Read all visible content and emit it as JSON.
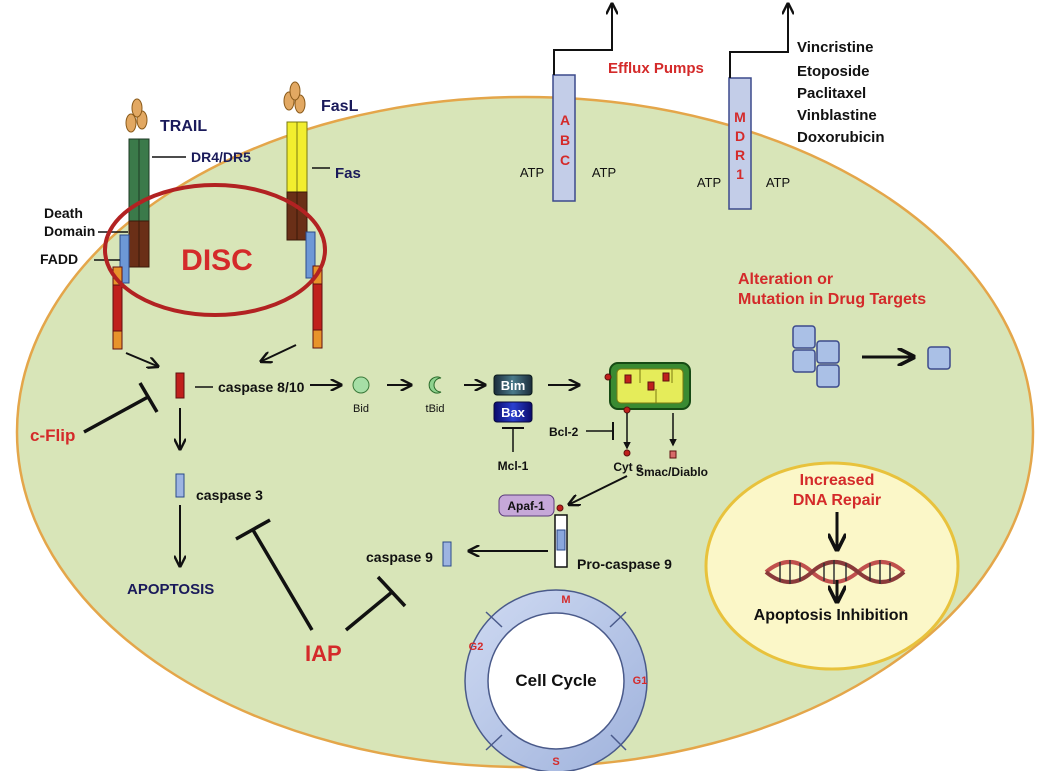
{
  "labels": {
    "trail": "TRAIL",
    "fasl": "FasL",
    "dr4dr5": "DR4/DR5",
    "fas": "Fas",
    "death_domain_1": "Death",
    "death_domain_2": "Domain",
    "fadd": "FADD",
    "disc": "DISC",
    "efflux_pumps": "Efflux Pumps",
    "abc": "ABC",
    "mdr1": "MDR1",
    "atp": "ATP",
    "drugs": [
      "Vincristine",
      "Etoposide",
      "Paclitaxel",
      "Vinblastine",
      "Doxorubicin"
    ],
    "alteration_1": "Alteration or",
    "alteration_2": "Mutation in Drug Targets",
    "caspase_8_10": "caspase 8/10",
    "c_flip": "c-Flip",
    "bid": "Bid",
    "tbid": "tBid",
    "bim": "Bim",
    "bax": "Bax",
    "mcl1": "Mcl-1",
    "bcl2": "Bcl-2",
    "cytc": "Cyt c",
    "smac": "Smac/Diablo",
    "apaf1": "Apaf-1",
    "procaspase9": "Pro-caspase 9",
    "caspase9": "caspase 9",
    "caspase3": "caspase 3",
    "apoptosis": "APOPTOSIS",
    "iap": "IAP",
    "cell_cycle": "Cell Cycle",
    "phase_m": "M",
    "phase_g1": "G1",
    "phase_s": "S",
    "phase_g2": "G2",
    "increased_1": "Increased",
    "increased_2": "DNA Repair",
    "apoptosis_inhibition": "Apoptosis Inhibition"
  },
  "colors": {
    "cell_fill": "#d8e5b8",
    "cell_stroke": "#e4a64a",
    "label_red": "#d42a2a",
    "label_dark": "#1a1a5a",
    "pump_fill": "#c3cde8",
    "pump_stroke": "#3c4a8c",
    "disc_ring": "#b22222",
    "dna_oval": "#fbf7c8",
    "dna_oval_stroke": "#e8c23c"
  }
}
